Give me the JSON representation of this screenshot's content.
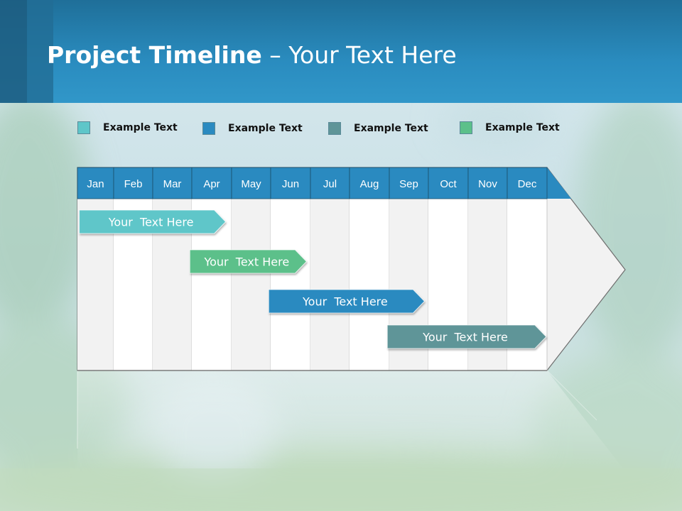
{
  "slide": {
    "title_bold": "Project Timeline",
    "title_rest": " – Your Text Here"
  },
  "legend": [
    {
      "label": "Example Text",
      "color": "#5ec6c9"
    },
    {
      "label": "Example Text",
      "color": "#2a8ac0"
    },
    {
      "label": "Example Text",
      "color": "#5f9598"
    },
    {
      "label": "Example Text",
      "color": "#5cc08a"
    }
  ],
  "timeline": {
    "header_color": "#2a8ac0",
    "months": [
      "Jan",
      "Feb",
      "Mar",
      "Apr",
      "May",
      "Jun",
      "Jul",
      "Aug",
      "Sep",
      "Oct",
      "Nov",
      "Dec"
    ],
    "tasks": [
      {
        "label": "Your  Text Here",
        "start_month": 0.05,
        "end_month": 3.85,
        "color": "#5ec6c9"
      },
      {
        "label": "Your  Text Here",
        "start_month": 2.95,
        "end_month": 5.9,
        "color": "#5cc08a"
      },
      {
        "label": "Your  Text Here",
        "start_month": 4.95,
        "end_month": 8.9,
        "color": "#2a8ac0"
      },
      {
        "label": "Your  Text Here",
        "start_month": 7.95,
        "end_month": 11.98,
        "color": "#5f9598"
      }
    ]
  }
}
